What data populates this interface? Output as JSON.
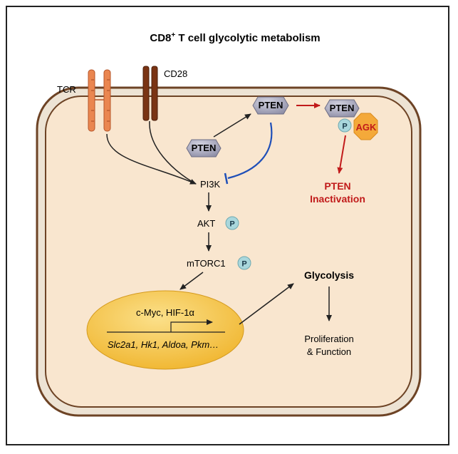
{
  "title": {
    "main": "CD8",
    "sup": "+",
    "rest": " T cell glycolytic metabolism"
  },
  "receptors": {
    "tcr": "TCR",
    "cd28": "CD28"
  },
  "pten": {
    "membrane": "PTEN",
    "cytoplasm": "PTEN",
    "phosphorylated": "PTEN",
    "agk": "AGK",
    "phospho_mark": "P",
    "inactivation_line1": "PTEN",
    "inactivation_line2": "Inactivation"
  },
  "pathway": {
    "pi3k": "PI3K",
    "akt": "AKT",
    "akt_p": "P",
    "mtorc1": "mTORC1",
    "mtorc1_p": "P"
  },
  "nucleus": {
    "factors": "c-Myc, HIF-1α",
    "genes": "Slc2a1, Hk1, Aldoa, Pkm…"
  },
  "outcome": {
    "glycolysis": "Glycolysis",
    "result_line1": "Proliferation",
    "result_line2": "& Function"
  },
  "colors": {
    "cell_fill": "#f9e6cf",
    "membrane": "#7a4a2a",
    "tcr": "#e8824a",
    "cd28": "#7a3414",
    "pten": "#9a9aae",
    "phospho": "#a9d7dc",
    "agk": "#f4a93a",
    "inhibit": "#1f4fb8",
    "inactivation": "#c11a1a",
    "nucleus": "#f3bd3e"
  }
}
